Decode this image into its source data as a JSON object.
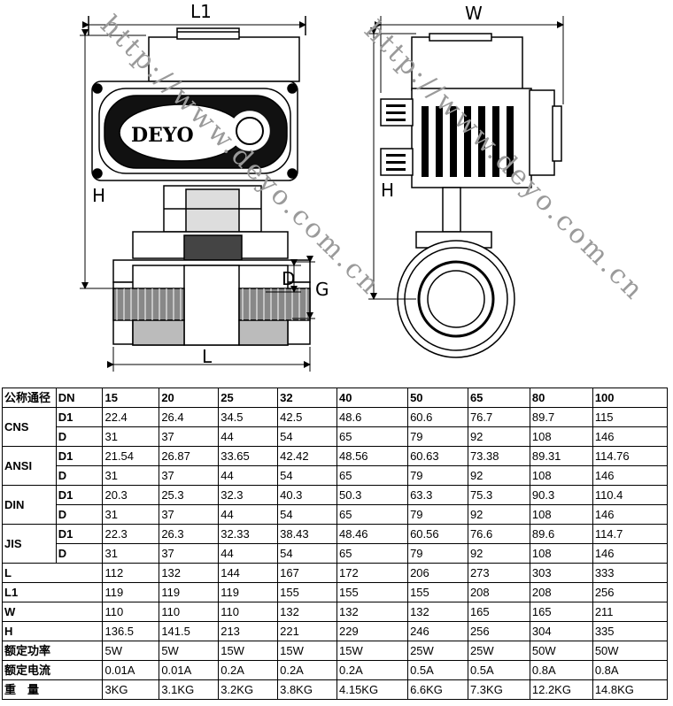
{
  "drawing": {
    "dim_labels": {
      "L1": "L1",
      "W": "W",
      "H_left": "H",
      "H_right": "H",
      "D": "D",
      "G": "G",
      "L": "L"
    },
    "brand": "DEYO",
    "watermark": "http://www.deyo.com.cn"
  },
  "table": {
    "header_label": "公称通径",
    "dn_label": "DN",
    "sizes": [
      "15",
      "20",
      "25",
      "32",
      "40",
      "50",
      "65",
      "80",
      "100"
    ],
    "groups": [
      {
        "name": "CNS",
        "rows": [
          {
            "label": "D1",
            "values": [
              "22.4",
              "26.4",
              "34.5",
              "42.5",
              "48.6",
              "60.6",
              "76.7",
              "89.7",
              "115"
            ]
          },
          {
            "label": "D",
            "values": [
              "31",
              "37",
              "44",
              "54",
              "65",
              "79",
              "92",
              "108",
              "146"
            ]
          }
        ]
      },
      {
        "name": "ANSI",
        "rows": [
          {
            "label": "D1",
            "values": [
              "21.54",
              "26.87",
              "33.65",
              "42.42",
              "48.56",
              "60.63",
              "73.38",
              "89.31",
              "114.76"
            ]
          },
          {
            "label": "D",
            "values": [
              "31",
              "37",
              "44",
              "54",
              "65",
              "79",
              "92",
              "108",
              "146"
            ]
          }
        ]
      },
      {
        "name": "DIN",
        "rows": [
          {
            "label": "D1",
            "values": [
              "20.3",
              "25.3",
              "32.3",
              "40.3",
              "50.3",
              "63.3",
              "75.3",
              "90.3",
              "110.4"
            ]
          },
          {
            "label": "D",
            "values": [
              "31",
              "37",
              "44",
              "54",
              "65",
              "79",
              "92",
              "108",
              "146"
            ]
          }
        ]
      },
      {
        "name": "JIS",
        "rows": [
          {
            "label": "D1",
            "values": [
              "22.3",
              "26.3",
              "32.33",
              "38.43",
              "48.46",
              "60.56",
              "76.6",
              "89.6",
              "114.7"
            ]
          },
          {
            "label": "D",
            "values": [
              "31",
              "37",
              "44",
              "54",
              "65",
              "79",
              "92",
              "108",
              "146"
            ]
          }
        ]
      }
    ],
    "extra_rows": [
      {
        "label": "L",
        "values": [
          "112",
          "132",
          "144",
          "167",
          "172",
          "206",
          "273",
          "303",
          "333"
        ]
      },
      {
        "label": "L1",
        "values": [
          "119",
          "119",
          "119",
          "155",
          "155",
          "155",
          "208",
          "208",
          "256"
        ]
      },
      {
        "label": "W",
        "values": [
          "110",
          "110",
          "110",
          "132",
          "132",
          "132",
          "165",
          "165",
          "211"
        ]
      },
      {
        "label": "H",
        "values": [
          "136.5",
          "141.5",
          "213",
          "221",
          "229",
          "246",
          "256",
          "304",
          "335"
        ]
      },
      {
        "label": "额定功率",
        "values": [
          "5W",
          "5W",
          "15W",
          "15W",
          "15W",
          "25W",
          "25W",
          "50W",
          "50W"
        ]
      },
      {
        "label": "额定电流",
        "values": [
          "0.01A",
          "0.01A",
          "0.2A",
          "0.2A",
          "0.2A",
          "0.5A",
          "0.5A",
          "0.8A",
          "0.8A"
        ]
      },
      {
        "label": "重　量",
        "values": [
          "3KG",
          "3.1KG",
          "3.2KG",
          "3.8KG",
          "4.15KG",
          "6.6KG",
          "7.3KG",
          "12.2KG",
          "14.8KG"
        ]
      }
    ]
  }
}
